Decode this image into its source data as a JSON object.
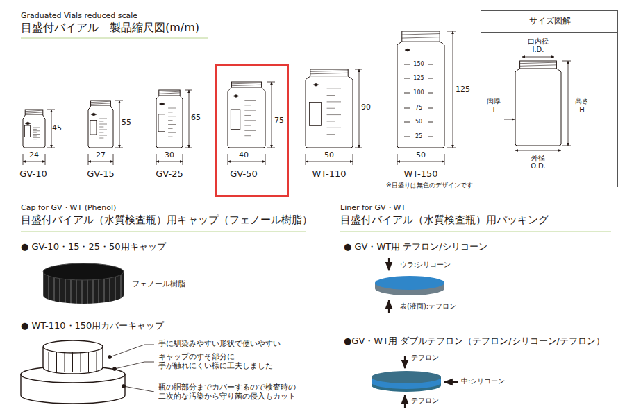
{
  "diagram": {
    "nodes": [
      {
        "text": [
          "サイズ図解"
        ]
      },
      {
        "text": [
          "75",
          "40",
          "GV-50"
        ]
      }
    ],
    "labels": [
      "Graduated Vials  reduced scale",
      "目盛付バイアル　製品縮尺図(m/m)",
      "24",
      "45",
      "GV-10",
      "27",
      "55",
      "GV-15",
      "30",
      "65",
      "GV-25",
      "50",
      "90",
      "WT-110",
      "150",
      "125",
      "100",
      "75",
      "50",
      "25",
      "125",
      "50",
      "WT-150",
      "※目盛りは無色のデザインです",
      "口内径",
      "I.D.",
      "肉厚",
      "T",
      "高さ",
      "H",
      "外径",
      "O.D.",
      "Cap for GV・WT (Phenol)",
      "目盛付バイアル（水質検査瓶）用キャップ（フェノール樹脂）",
      "● GV-10・15・25・50用キャップ",
      "フェノール樹脂",
      "● WT-110・150用カバーキャップ",
      "手に馴染みやすい形状で使いやすい",
      "キャップのすそ部分に 手が触れにくい様に工夫しました",
      "瓶の胴部分までカバーするので検査時の 二次的な汚染から守り菌の侵入もカット",
      "Liner for GV・WT",
      "目盛付バイアル（水質検査瓶）用パッキング",
      "● GV・WT用 テフロン/シリコーン",
      "ウラ:シリコーン",
      "表(液面):テフロン",
      "●GV・WT用 ダブルテフロン（テフロン/シリコーン/テフロン）",
      "テフロン",
      "中:シリコーン",
      "テフロン"
    ]
  }
}
